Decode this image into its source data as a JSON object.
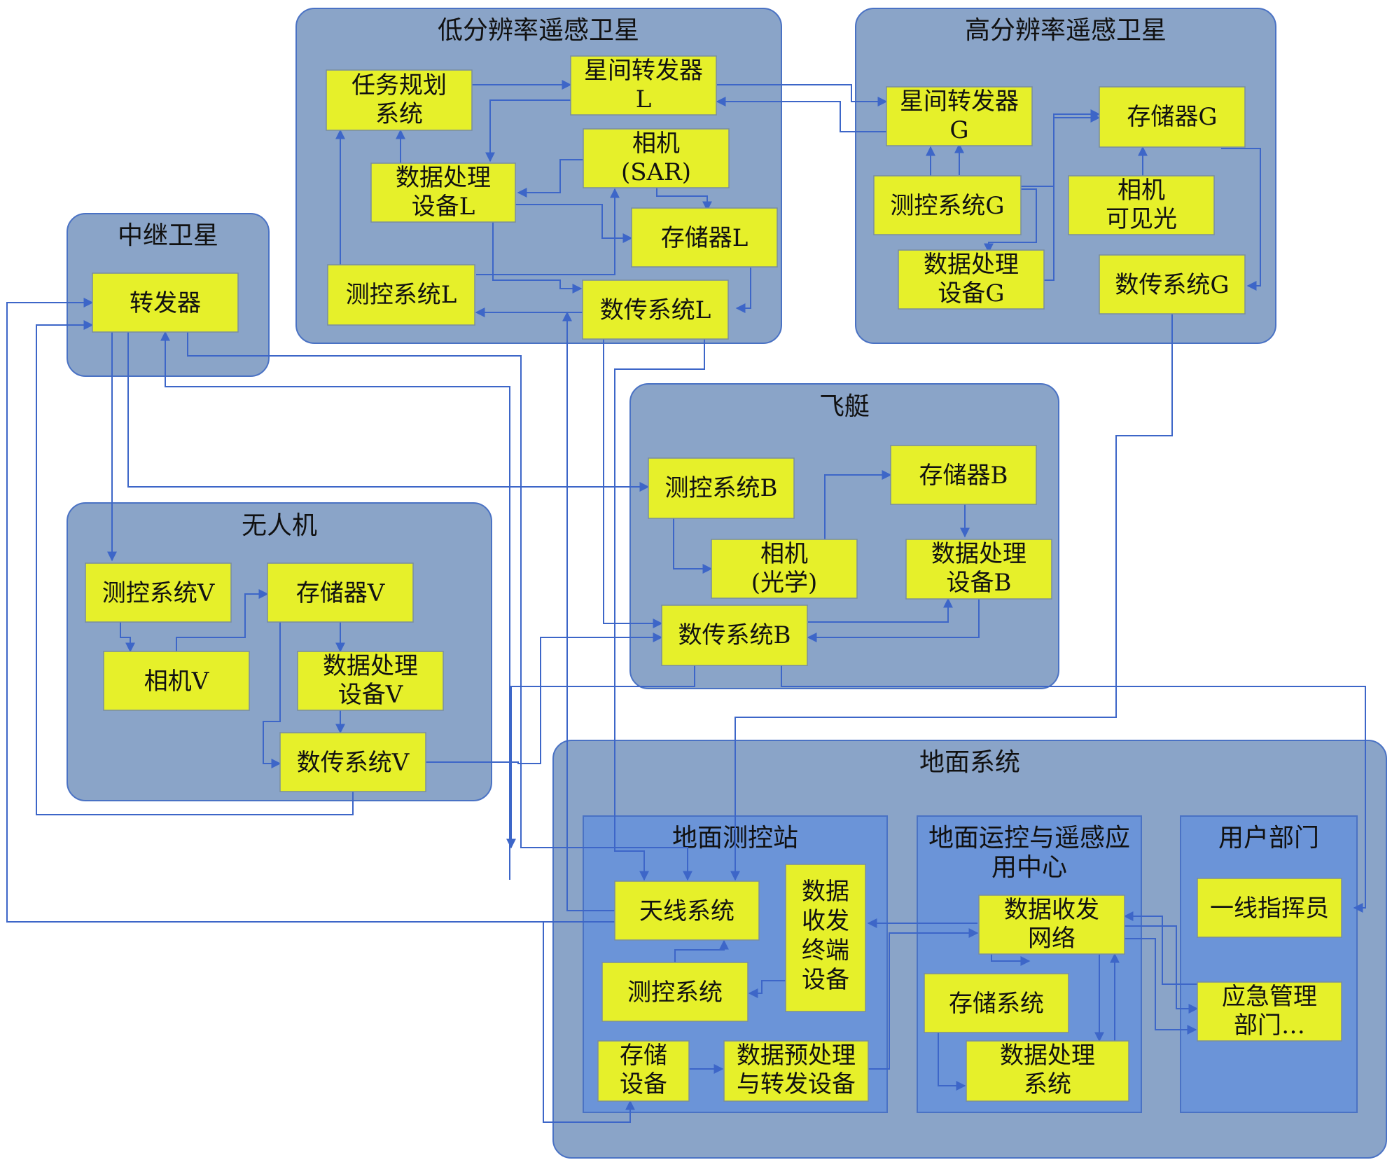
{
  "groups": {
    "low_sat": {
      "title": "低分辨率遥感卫星"
    },
    "high_sat": {
      "title": "高分辨率遥感卫星"
    },
    "relay": {
      "title": "中继卫星"
    },
    "airship": {
      "title": "飞艇"
    },
    "uav": {
      "title": "无人机"
    },
    "ground": {
      "title": "地面系统"
    },
    "ground_station": {
      "title": "地面测控站"
    },
    "ops_center": {
      "title": [
        "地面运控与遥感应",
        "用中心"
      ]
    },
    "users": {
      "title": "用户部门"
    }
  },
  "nodes": {
    "task_planning": [
      "任务规划",
      "系统"
    ],
    "isl_l": [
      "星间转发器",
      "L"
    ],
    "camera_sar": [
      "相机",
      "(SAR)"
    ],
    "dp_l": [
      "数据处理",
      "设备L"
    ],
    "storage_l": [
      "存储器L"
    ],
    "ttc_l": [
      "测控系统L"
    ],
    "dt_l": [
      "数传系统L"
    ],
    "isl_g": [
      "星间转发器",
      "G"
    ],
    "storage_g": [
      "存储器G"
    ],
    "ttc_g": [
      "测控系统G"
    ],
    "camera_g": [
      "相机",
      "可见光"
    ],
    "dp_g": [
      "数据处理",
      "设备G"
    ],
    "dt_g": [
      "数传系统G"
    ],
    "transponder": [
      "转发器"
    ],
    "ttc_b": [
      "测控系统B"
    ],
    "storage_b": [
      "存储器B"
    ],
    "camera_b": [
      "相机",
      "(光学)"
    ],
    "dp_b": [
      "数据处理",
      "设备B"
    ],
    "dt_b": [
      "数传系统B"
    ],
    "ttc_v": [
      "测控系统V"
    ],
    "storage_v": [
      "存储器V"
    ],
    "camera_v": [
      "相机V"
    ],
    "dp_v": [
      "数据处理",
      "设备V"
    ],
    "dt_v": [
      "数传系统V"
    ],
    "antenna": [
      "天线系统"
    ],
    "data_terminal": [
      "数据",
      "收发",
      "终端",
      "设备"
    ],
    "ttc_ground": [
      "测控系统"
    ],
    "storage_dev": [
      "存储",
      "设备"
    ],
    "preprocess": [
      "数据预处理",
      "与转发设备"
    ],
    "data_network": [
      "数据收发",
      "网络"
    ],
    "storage_sys": [
      "存储系统"
    ],
    "dp_sys": [
      "数据处理",
      "系统"
    ],
    "commander": [
      "一线指挥员"
    ],
    "emergency": [
      "应急管理",
      "部门…"
    ]
  }
}
